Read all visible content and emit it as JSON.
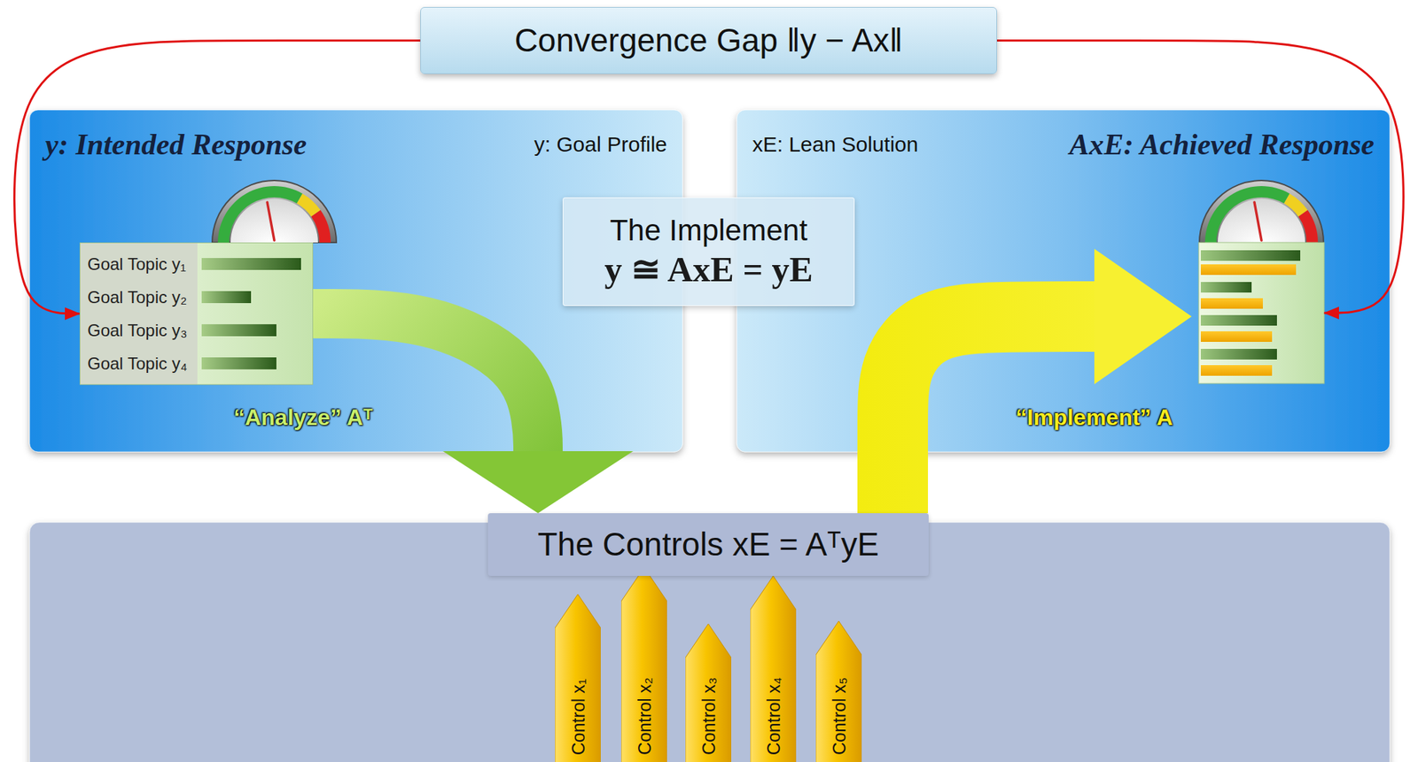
{
  "diagram": {
    "nodes": [
      {
        "text": [
          "Convergence Gap ‖y − Ax‖"
        ]
      },
      {
        "text": [
          "y: Intended Response",
          "y: Goal Profile"
        ]
      },
      {
        "text": [
          "Goal Topic y₁",
          "Goal Topic y₂",
          "Goal Topic y₃",
          "Goal Topic y₄"
        ],
        "in": 1
      },
      {
        "text": [
          "The Implement",
          "y ≅ AxE = yE"
        ]
      },
      {
        "text": [
          "xE: Lean Solution",
          "AxE: Achieved Response"
        ]
      },
      {
        "text": [
          "The Controls xE = AᵀyE"
        ]
      },
      {
        "text": [
          "Control x₁"
        ]
      },
      {
        "text": [
          "Control x₂"
        ]
      },
      {
        "text": [
          "Control x₃"
        ]
      },
      {
        "text": [
          "Control x₄"
        ]
      },
      {
        "text": [
          "Control x₅"
        ]
      }
    ],
    "edges": [
      {
        "from": 0,
        "to": 2,
        "arrow": "to"
      },
      {
        "from": 0,
        "to": 4,
        "arrow": "to"
      },
      {
        "from": 2,
        "to": 5,
        "arrow": "to",
        "label": "“Analyze” Aᵀ"
      },
      {
        "from": 5,
        "to": 4,
        "arrow": "to",
        "label": "“Implement” A"
      }
    ]
  }
}
